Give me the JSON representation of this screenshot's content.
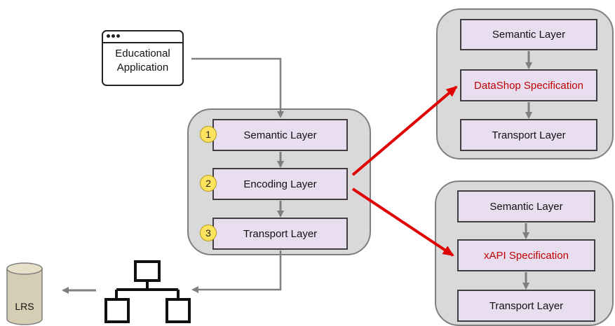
{
  "app": {
    "label": "Educational Application",
    "icon": "browser-window-icon"
  },
  "center": {
    "layers": [
      {
        "num": "1",
        "label": "Semantic Layer"
      },
      {
        "num": "2",
        "label": "Encoding Layer"
      },
      {
        "num": "3",
        "label": "Transport Layer"
      }
    ]
  },
  "datashop": {
    "semantic": "Semantic Layer",
    "spec": "DataShop Specification",
    "transport": "Transport Layer"
  },
  "xapi": {
    "semantic": "Semantic Layer",
    "spec": "xAPI Specification",
    "transport": "Transport Layer"
  },
  "lrs": {
    "label": "LRS",
    "icon": "database-cylinder-icon"
  },
  "network": {
    "icon": "network-hierarchy-icon"
  },
  "colors": {
    "box_fill": "#e8def0",
    "group_fill": "#d9d9d9",
    "arrow_gray": "#7f7f7f",
    "arrow_red": "#e00000",
    "spec_text": "#c00000",
    "badge": "#fde35e"
  }
}
